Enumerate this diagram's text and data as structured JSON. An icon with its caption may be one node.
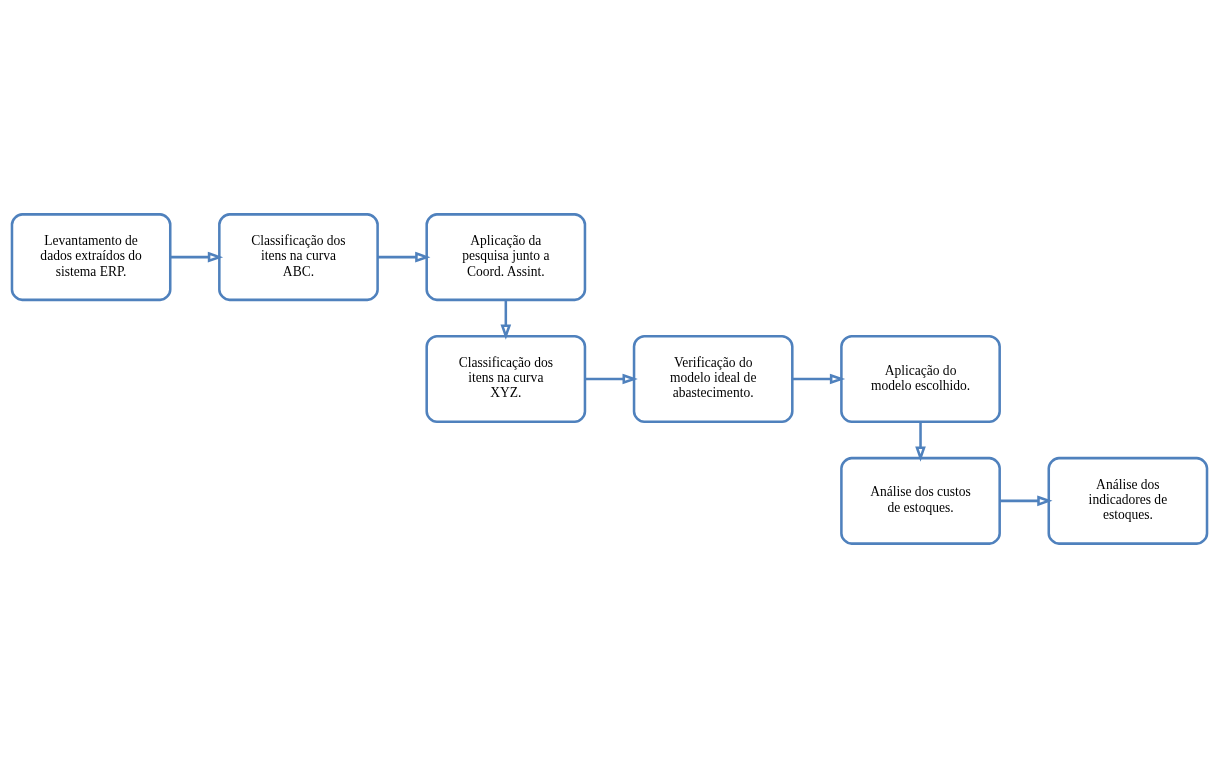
{
  "diagram": {
    "nodes": [
      {
        "text": [
          "Levantamento de dados extraídos do sistema ERP."
        ]
      },
      {
        "text": [
          "Classificação dos itens na curva ABC."
        ]
      },
      {
        "text": [
          "Aplicação da pesquisa junto a Coord. Assint."
        ]
      },
      {
        "text": [
          "Classificação dos itens na curva XYZ."
        ]
      },
      {
        "text": [
          "Verificação do modelo ideal de abastecimento."
        ]
      },
      {
        "text": [
          "Aplicação do modelo escolhido."
        ]
      },
      {
        "text": [
          "Análise dos custos de estoques."
        ]
      },
      {
        "text": [
          "Análise dos indicadores de estoques."
        ]
      }
    ],
    "edges": [
      {
        "from": 0,
        "to": 1,
        "arrow": "to"
      },
      {
        "from": 1,
        "to": 2,
        "arrow": "to"
      },
      {
        "from": 2,
        "to": 3,
        "arrow": "to"
      },
      {
        "from": 3,
        "to": 4,
        "arrow": "to"
      },
      {
        "from": 4,
        "to": 5,
        "arrow": "to"
      },
      {
        "from": 5,
        "to": 6,
        "arrow": "to"
      },
      {
        "from": 6,
        "to": 7,
        "arrow": "to"
      }
    ]
  }
}
